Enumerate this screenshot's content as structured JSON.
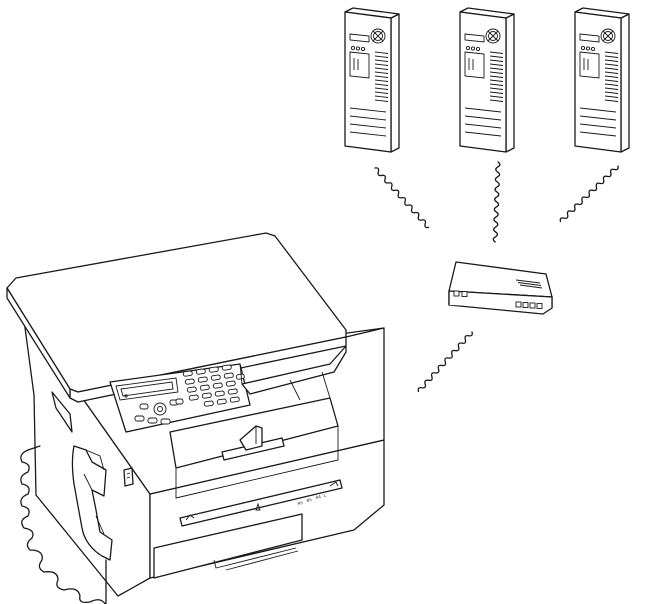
{
  "diagram": {
    "nodes": [
      {
        "id": "pc-1",
        "icon": "tower-pc-icon"
      },
      {
        "id": "pc-2",
        "icon": "tower-pc-icon"
      },
      {
        "id": "pc-3",
        "icon": "tower-pc-icon"
      },
      {
        "id": "router",
        "icon": "wireless-router-icon"
      },
      {
        "id": "mfp",
        "icon": "multifunction-printer-icon"
      }
    ],
    "links": [
      {
        "from": "pc-1",
        "to": "router",
        "type": "wireless"
      },
      {
        "from": "pc-2",
        "to": "router",
        "type": "wireless"
      },
      {
        "from": "pc-3",
        "to": "router",
        "type": "wireless"
      },
      {
        "from": "router",
        "to": "mfp",
        "type": "wireless"
      }
    ],
    "paper_scale": {
      "left": "A5",
      "middle": "B5",
      "right_1": "A4",
      "right_2": "L"
    }
  },
  "colors": {
    "line": "#1a1a1a",
    "background": "#ffffff"
  }
}
